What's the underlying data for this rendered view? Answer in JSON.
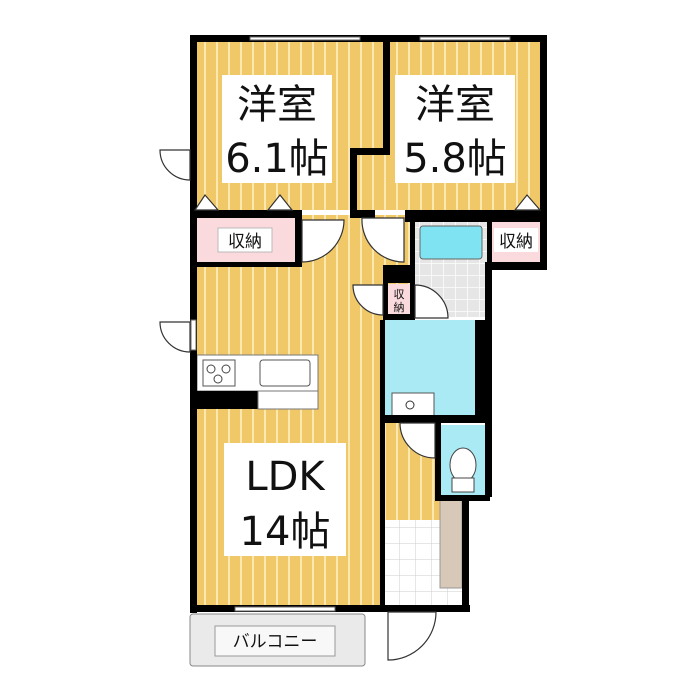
{
  "rooms": {
    "western_room_1": {
      "name": "洋室",
      "size": "6.1帖"
    },
    "western_room_2": {
      "name": "洋室",
      "size": "5.8帖"
    },
    "ldk": {
      "name": "LDK",
      "size": "14帖"
    },
    "closet_left": "収納",
    "closet_right": "収納",
    "closet_small": [
      "収",
      "納"
    ],
    "balcony": "バルコニー"
  },
  "colors": {
    "floor": "#f3cf77",
    "floor_stripe": "#fbe6a8",
    "closet": "#fadadd",
    "water": "#a9eaf5",
    "tile": "#d9d9d9",
    "wall": "#000000"
  }
}
